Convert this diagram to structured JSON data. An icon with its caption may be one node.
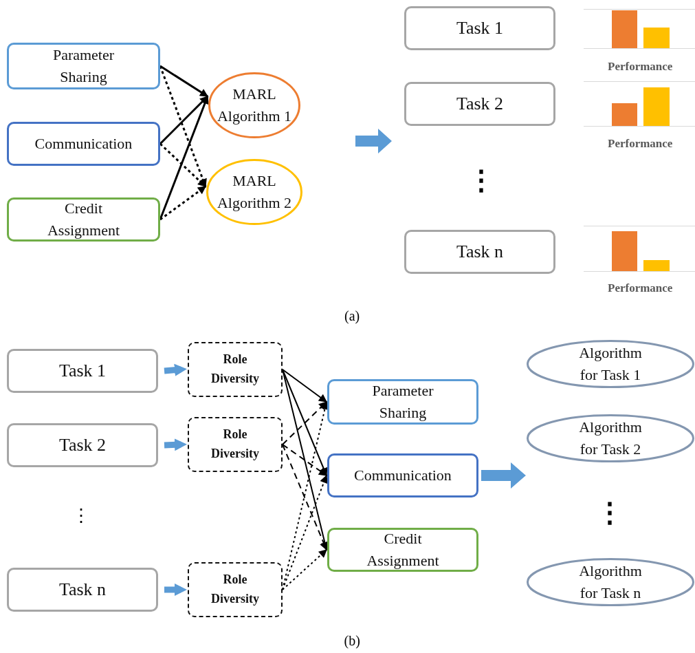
{
  "diagram": {
    "nodes": [
      {
        "text": [
          "Parameter Sharing"
        ]
      },
      {
        "text": [
          "Communication"
        ]
      },
      {
        "text": [
          "Credit Assignment"
        ]
      },
      {
        "text": [
          "MARL Algorithm 1"
        ]
      },
      {
        "text": [
          "MARL Algorithm 2"
        ]
      },
      {
        "text": [
          "Task 1"
        ]
      },
      {
        "text": [
          "Task 2"
        ]
      },
      {
        "text": [
          "Task n"
        ]
      },
      {
        "text": [
          "Task 1"
        ]
      },
      {
        "text": [
          "Task 2"
        ]
      },
      {
        "text": [
          "Task n"
        ]
      },
      {
        "text": [
          "Role Diversity"
        ]
      },
      {
        "text": [
          "Role Diversity"
        ]
      },
      {
        "text": [
          "Role Diversity"
        ]
      },
      {
        "text": [
          "Parameter Sharing"
        ]
      },
      {
        "text": [
          "Communication"
        ]
      },
      {
        "text": [
          "Credit Assignment"
        ]
      },
      {
        "text": [
          "Algorithm for Task 1"
        ]
      },
      {
        "text": [
          "Algorithm for Task 2"
        ]
      },
      {
        "text": [
          "Algorithm for Task n"
        ]
      }
    ],
    "edges": [
      {
        "from": 0,
        "to": 3,
        "arrow": "to"
      },
      {
        "from": 0,
        "to": 4,
        "arrow": "to",
        "style": "dashed"
      },
      {
        "from": 1,
        "to": 3,
        "arrow": "to"
      },
      {
        "from": 1,
        "to": 4,
        "arrow": "to",
        "style": "dashed"
      },
      {
        "from": 2,
        "to": 3,
        "arrow": "to"
      },
      {
        "from": 2,
        "to": 4,
        "arrow": "to",
        "style": "dashed"
      },
      {
        "from": 8,
        "to": 11,
        "arrow": "to",
        "style": "thick",
        "color": "#5b9bd5"
      },
      {
        "from": 9,
        "to": 12,
        "arrow": "to",
        "style": "thick",
        "color": "#5b9bd5"
      },
      {
        "from": 10,
        "to": 13,
        "arrow": "to",
        "style": "thick",
        "color": "#5b9bd5"
      },
      {
        "from": 11,
        "to": 14,
        "arrow": "to"
      },
      {
        "from": 11,
        "to": 15,
        "arrow": "to"
      },
      {
        "from": 11,
        "to": 16,
        "arrow": "to"
      },
      {
        "from": 12,
        "to": 14,
        "arrow": "to",
        "style": "dashed"
      },
      {
        "from": 12,
        "to": 15,
        "arrow": "to",
        "style": "dashed"
      },
      {
        "from": 12,
        "to": 16,
        "arrow": "to",
        "style": "dashed"
      },
      {
        "from": 13,
        "to": 14,
        "arrow": "to",
        "style": "dashed"
      },
      {
        "from": 13,
        "to": 15,
        "arrow": "to",
        "style": "dashed"
      },
      {
        "from": 13,
        "to": 16,
        "arrow": "to",
        "style": "dashed"
      },
      {
        "from": 15,
        "to": null,
        "arrow": "to",
        "style": "thick",
        "color": "#5b9bd5"
      }
    ],
    "labels": [
      "Performance",
      "Performance",
      "⋮",
      "Performance",
      "(a)",
      "⋮",
      "⋮",
      "(b)"
    ]
  }
}
